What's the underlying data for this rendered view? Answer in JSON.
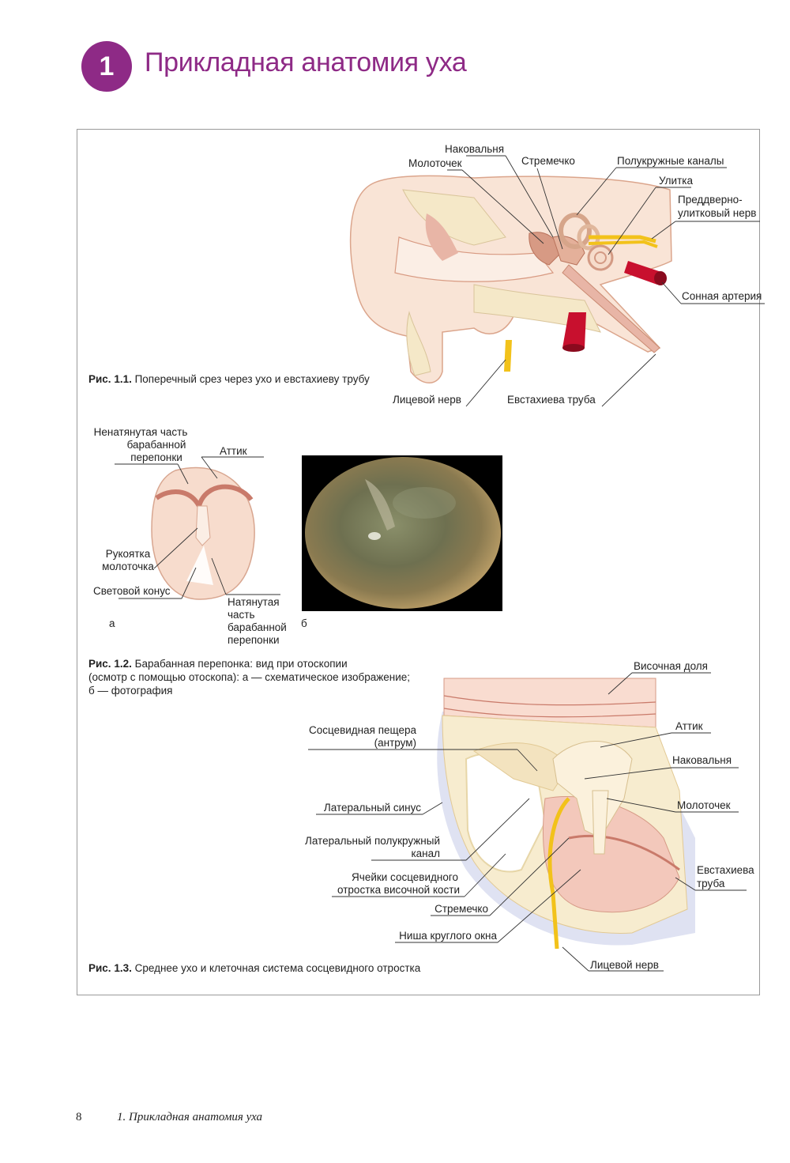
{
  "chapter": {
    "number": "1",
    "title": "Прикладная анатомия уха"
  },
  "fig1": {
    "caption_label": "Рис. 1.1.",
    "caption_text": " Поперечный срез через ухо и евстахиеву трубу",
    "labels": {
      "incus": "Наковальня",
      "malleus": "Молоточек",
      "stapes": "Стремечко",
      "canals": "Полукружные каналы",
      "cochlea": "Улитка",
      "nerve_line1": "Преддверно-",
      "nerve_line2": "улитковый нерв",
      "carotid": "Сонная артерия",
      "facial": "Лицевой нерв",
      "eustachian": "Евстахиева труба"
    }
  },
  "fig2": {
    "caption_label": "Рис. 1.2.",
    "caption_line1": " Барабанная перепонка: вид при отоскопии",
    "caption_line2": "(осмотр с помощью отоскопа): а — схематическое изображение;",
    "caption_line3": "б — фотография",
    "labels": {
      "flaccid_1": "Ненатянутая часть",
      "flaccid_2": "барабанной",
      "flaccid_3": "перепонки",
      "attic": "Аттик",
      "handle_1": "Рукоятка",
      "handle_2": "молоточка",
      "cone": "Световой конус",
      "tense_1": "Натянутая",
      "tense_2": "часть",
      "tense_3": "барабанной",
      "tense_4": "перепонки",
      "a": "а",
      "b": "б"
    }
  },
  "fig3": {
    "caption_label": "Рис. 1.3.",
    "caption_text": " Среднее ухо и клеточная система сосцевидного отростка",
    "labels": {
      "temporal": "Височная доля",
      "antrum_1": "Сосцевидная пещера",
      "antrum_2": "(антрум)",
      "attic": "Аттик",
      "incus": "Наковальня",
      "lat_sinus": "Латеральный синус",
      "malleus": "Молоточек",
      "lat_canal_1": "Латеральный полукружный",
      "lat_canal_2": "канал",
      "cells_1": "Ячейки сосцевидного",
      "cells_2": "отростка височной кости",
      "eust_1": "Евстахиева",
      "eust_2": "труба",
      "stapes": "Стремечко",
      "round": "Ниша круглого окна",
      "facial": "Лицевой нерв"
    }
  },
  "footer": {
    "page": "8",
    "title": "1. Прикладная анатомия уха"
  },
  "colors": {
    "accent": "#8e2a86",
    "tissue": "#f7dccd",
    "artery": "#c8102e",
    "nerve": "#f2c21b"
  }
}
